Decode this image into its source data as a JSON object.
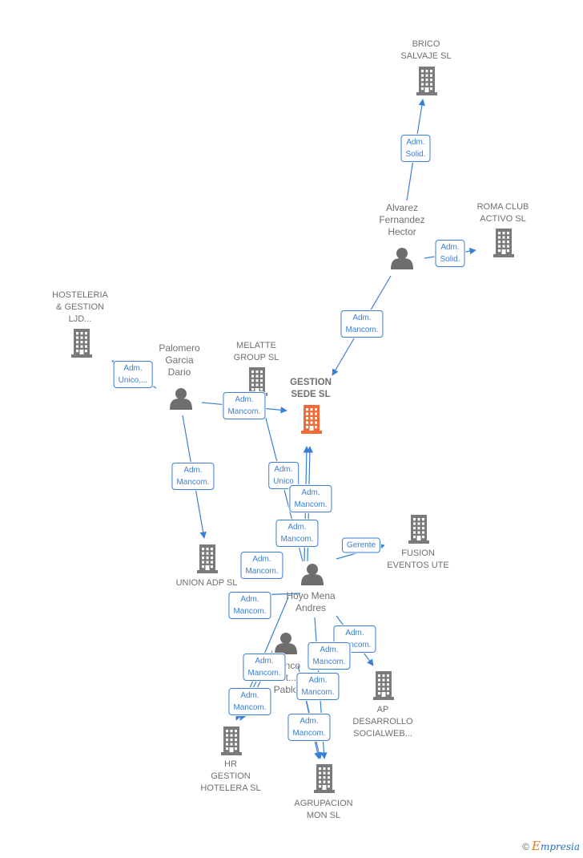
{
  "colors": {
    "edge": "#3a7fd5",
    "company": "#7a7a7a",
    "main_company": "#f26a35",
    "person": "#6e6e6e"
  },
  "companies": [
    {
      "id": "brico",
      "label": "BRICO\nSALVAJE  SL",
      "icon": "building-icon"
    },
    {
      "id": "roma",
      "label": "ROMA CLUB\nACTIVO  SL",
      "icon": "building-icon"
    },
    {
      "id": "hosteleria",
      "label": "HOSTELERIA\n& GESTION\nLJD...",
      "icon": "building-icon"
    },
    {
      "id": "melatte",
      "label": "MELATTE\nGROUP  SL",
      "icon": "building-icon"
    },
    {
      "id": "gestion",
      "label": "GESTION\nSEDE  SL",
      "icon": "building-icon",
      "main": true
    },
    {
      "id": "fusion",
      "label": "FUSION\nEVENTOS UTE",
      "icon": "building-icon"
    },
    {
      "id": "union",
      "label": "UNION ADP  SL",
      "icon": "building-icon"
    },
    {
      "id": "ap",
      "label": "AP\nDESARROLLO\nSOCIALWEB...",
      "icon": "building-icon"
    },
    {
      "id": "hr",
      "label": "HR\nGESTION\nHOTELERA  SL",
      "icon": "building-icon"
    },
    {
      "id": "agrupacion",
      "label": "AGRUPACION\nMON  SL",
      "icon": "building-icon"
    }
  ],
  "persons": [
    {
      "id": "alvarez",
      "label": "Alvarez\nFernandez\nHector",
      "icon": "person-icon"
    },
    {
      "id": "palomero",
      "label": "Palomero\nGarcia\nDario",
      "icon": "person-icon"
    },
    {
      "id": "hoyo",
      "label": "Hoyo Mena\nAndres",
      "icon": "person-icon"
    },
    {
      "id": "pablo",
      "label": "...enco\n...it...\nPablo",
      "icon": "person-icon"
    }
  ],
  "edges": [
    {
      "from": "alvarez",
      "to": "brico",
      "label": "Adm.\nSolid."
    },
    {
      "from": "alvarez",
      "to": "roma",
      "label": "Adm.\nSolid."
    },
    {
      "from": "alvarez",
      "to": "gestion",
      "label": "Adm.\nMancom."
    },
    {
      "from": "palomero",
      "to": "hosteleria",
      "label": "Adm.\nUnico,..."
    },
    {
      "from": "palomero",
      "to": "gestion",
      "label": "Adm.\nMancom."
    },
    {
      "from": "palomero",
      "to": "union",
      "label": "Adm.\nMancom."
    },
    {
      "from": "hoyo",
      "to": "melatte",
      "label": "Adm.\nUnico"
    },
    {
      "from": "hoyo",
      "to": "gestion",
      "label": "Adm.\nMancom."
    },
    {
      "from": "hoyo",
      "to": "gestion",
      "label": "Adm.\nMancom."
    },
    {
      "from": "hoyo",
      "to": "fusion",
      "label": "Gerente"
    },
    {
      "from": "hoyo",
      "to": "hr",
      "label": "Adm.\nMancom."
    },
    {
      "from": "hoyo",
      "to": "hr",
      "label": "Adm.\nMancom."
    },
    {
      "from": "hoyo",
      "to": "ap",
      "label": "Adm.\nMancom."
    },
    {
      "from": "hoyo",
      "to": "agrupacion",
      "label": "Adm.\nMancom."
    },
    {
      "from": "pablo",
      "to": "hr",
      "label": "Adm.\nMancom."
    },
    {
      "from": "pablo",
      "to": "hr",
      "label": "Adm.\nMancom."
    },
    {
      "from": "pablo",
      "to": "agrupacion",
      "label": "Adm.\nMancom."
    },
    {
      "from": "pablo",
      "to": "agrupacion",
      "label": "Adm.\nMancom."
    }
  ],
  "footer": {
    "copyright": "©",
    "brand_initial": "E",
    "brand_rest": "mpresia"
  }
}
